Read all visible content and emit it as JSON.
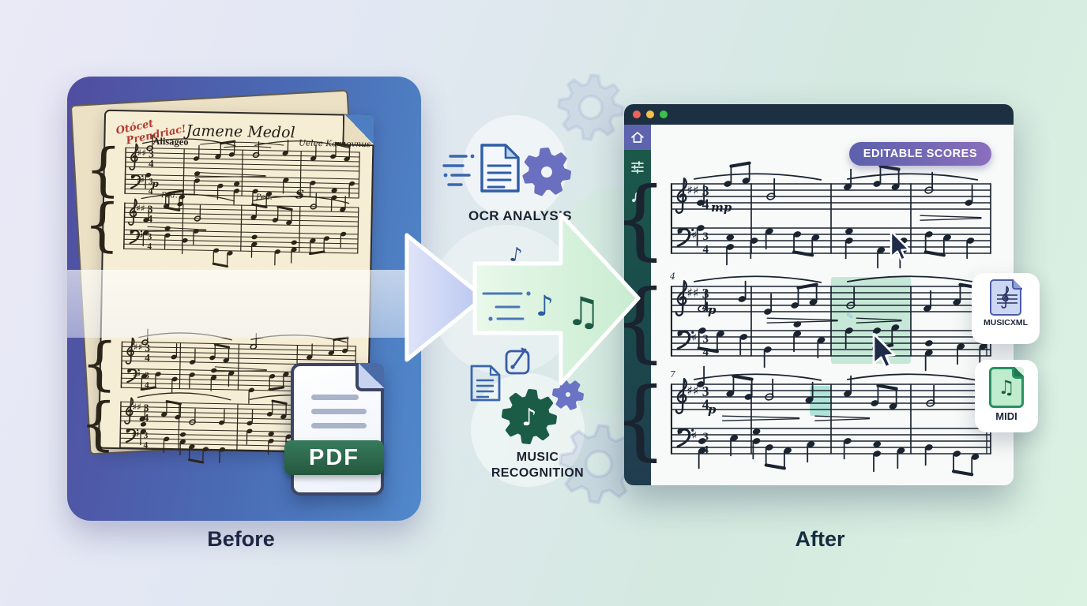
{
  "page": {
    "before_label": "Before",
    "after_label": "After"
  },
  "before_panel": {
    "sheet": {
      "handwritten_note_line1": "Otócet",
      "handwritten_note_line2": "Prendriac!",
      "title_script": "Jamene Medol",
      "composer_script": "Uelee Karnovnus",
      "tempo_marking": "Alisageo",
      "dynamic_marking": "p",
      "pedal_marking_1": "Ped.",
      "pedal_marking_2": "Ped.",
      "segno_marking": "S"
    },
    "pdf_badge": "PDF"
  },
  "pipeline": {
    "ocr_label": "OCR ANALYSIS",
    "music_label_line1": "MUSIC",
    "music_label_line2": "RECOGNITION"
  },
  "after_window": {
    "badge_label": "EDITABLE SCORES",
    "score": {
      "systems": [
        {
          "measure_number": "",
          "dynamic": "mp"
        },
        {
          "measure_number": "4",
          "dynamic": "p"
        },
        {
          "measure_number": "7",
          "dynamic": "p"
        }
      ]
    }
  },
  "export_cards": [
    {
      "label": "MUSICXML"
    },
    {
      "label": "MIDI"
    }
  ],
  "icons": {
    "note_single": "♪",
    "note_beamed": "♫",
    "sharp": "♯",
    "edit_hint": "✎"
  },
  "colors": {
    "panel-indigo": "#514da0",
    "panel-blue": "#5089cb",
    "paper-cream": "#f6edd5",
    "arrow-blue": "#c9d3f3",
    "arrow-green": "#d9f1dc",
    "titlebar-navy": "#1c3041",
    "sidebar-purple": "#5d63ad",
    "sidebar-green": "#1c5a49",
    "badge-purple": "#6a65b2",
    "pdf-green": "#2e6e52",
    "midi-green": "#279163",
    "musicxml-blue": "#4a5caa",
    "highlight-mint": "#bfe7d1",
    "ink-navy": "#1a2330",
    "accent-blue": "#3a66ae",
    "note-green": "#1c5a45",
    "traffic-red": "#ef6257",
    "traffic-yellow": "#f5c04a",
    "traffic-green": "#3ec148"
  }
}
